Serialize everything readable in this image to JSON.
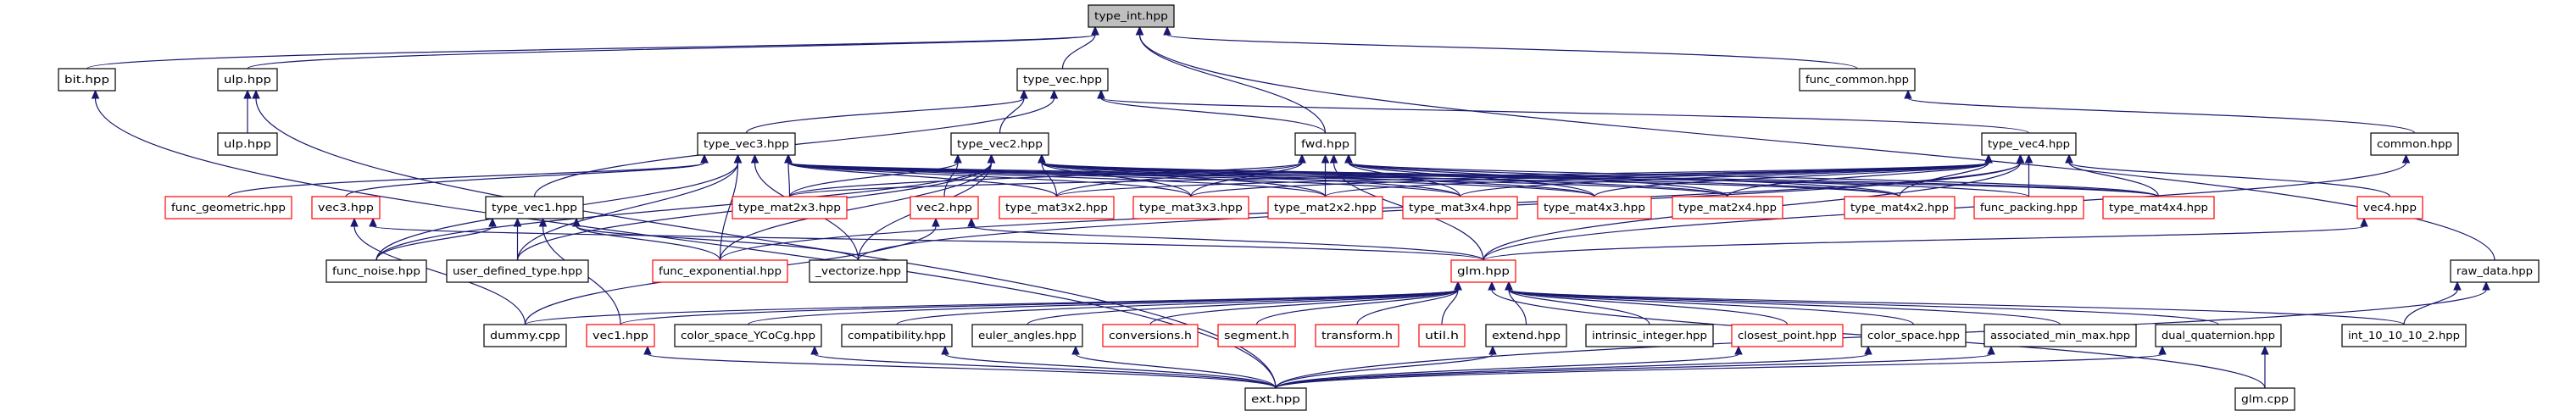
{
  "graph": {
    "colors": {
      "edge": "#191970",
      "root_fill": "#bfbfbf",
      "incomplete_border": "#ff0000",
      "normal_border": "#000000"
    },
    "nodes": [
      {
        "id": "type_int",
        "label": "type_int.hpp",
        "root": true
      },
      {
        "id": "bit",
        "label": "bit.hpp"
      },
      {
        "id": "ulp",
        "label": "ulp.hpp"
      },
      {
        "id": "type_vec",
        "label": "type_vec.hpp"
      },
      {
        "id": "func_common",
        "label": "func_common.hpp"
      },
      {
        "id": "ulp2",
        "label": "ulp.hpp"
      },
      {
        "id": "type_vec3",
        "label": "type_vec3.hpp"
      },
      {
        "id": "type_vec2",
        "label": "type_vec2.hpp"
      },
      {
        "id": "fwd",
        "label": "fwd.hpp"
      },
      {
        "id": "type_vec4",
        "label": "type_vec4.hpp"
      },
      {
        "id": "common",
        "label": "common.hpp"
      },
      {
        "id": "func_geometric",
        "label": "func_geometric.hpp",
        "incomplete": true
      },
      {
        "id": "vec3",
        "label": "vec3.hpp",
        "incomplete": true
      },
      {
        "id": "type_vec1",
        "label": "type_vec1.hpp"
      },
      {
        "id": "type_mat2x3",
        "label": "type_mat2x3.hpp",
        "incomplete": true
      },
      {
        "id": "vec2",
        "label": "vec2.hpp",
        "incomplete": true
      },
      {
        "id": "type_mat3x2",
        "label": "type_mat3x2.hpp",
        "incomplete": true
      },
      {
        "id": "type_mat3x3",
        "label": "type_mat3x3.hpp",
        "incomplete": true
      },
      {
        "id": "type_mat2x2",
        "label": "type_mat2x2.hpp",
        "incomplete": true
      },
      {
        "id": "type_mat3x4",
        "label": "type_mat3x4.hpp",
        "incomplete": true
      },
      {
        "id": "type_mat4x3",
        "label": "type_mat4x3.hpp",
        "incomplete": true
      },
      {
        "id": "type_mat2x4",
        "label": "type_mat2x4.hpp",
        "incomplete": true
      },
      {
        "id": "type_mat4x2",
        "label": "type_mat4x2.hpp",
        "incomplete": true
      },
      {
        "id": "func_packing",
        "label": "func_packing.hpp",
        "incomplete": true
      },
      {
        "id": "type_mat4x4",
        "label": "type_mat4x4.hpp",
        "incomplete": true
      },
      {
        "id": "vec4",
        "label": "vec4.hpp",
        "incomplete": true
      },
      {
        "id": "func_noise",
        "label": "func_noise.hpp"
      },
      {
        "id": "user_defined_type",
        "label": "user_defined_type.hpp"
      },
      {
        "id": "func_exponential",
        "label": "func_exponential.hpp",
        "incomplete": true
      },
      {
        "id": "vectorize",
        "label": "_vectorize.hpp"
      },
      {
        "id": "glm_hpp",
        "label": "glm.hpp",
        "incomplete": true
      },
      {
        "id": "raw_data",
        "label": "raw_data.hpp"
      },
      {
        "id": "dummy",
        "label": "dummy.cpp"
      },
      {
        "id": "vec1",
        "label": "vec1.hpp",
        "incomplete": true
      },
      {
        "id": "color_space_YCoCg",
        "label": "color_space_YCoCg.hpp"
      },
      {
        "id": "compatibility",
        "label": "compatibility.hpp"
      },
      {
        "id": "euler_angles",
        "label": "euler_angles.hpp"
      },
      {
        "id": "conversions",
        "label": "conversions.h",
        "incomplete": true
      },
      {
        "id": "segment",
        "label": "segment.h",
        "incomplete": true
      },
      {
        "id": "transform",
        "label": "transform.h",
        "incomplete": true
      },
      {
        "id": "util",
        "label": "util.h",
        "incomplete": true
      },
      {
        "id": "extend",
        "label": "extend.hpp"
      },
      {
        "id": "intrinsic_integer",
        "label": "intrinsic_integer.hpp"
      },
      {
        "id": "closest_point",
        "label": "closest_point.hpp",
        "incomplete": true
      },
      {
        "id": "color_space",
        "label": "color_space.hpp"
      },
      {
        "id": "associated_min_max",
        "label": "associated_min_max.hpp"
      },
      {
        "id": "dual_quaternion",
        "label": "dual_quaternion.hpp"
      },
      {
        "id": "int_10_10_10_2",
        "label": "int_10_10_10_2.hpp"
      },
      {
        "id": "ext",
        "label": "ext.hpp"
      },
      {
        "id": "glm_cpp",
        "label": "glm.cpp"
      }
    ],
    "edges": [
      [
        "type_vec",
        "type_int"
      ],
      [
        "fwd",
        "type_int"
      ],
      [
        "bit",
        "type_int"
      ],
      [
        "ulp",
        "type_int"
      ],
      [
        "func_common",
        "type_int"
      ],
      [
        "raw_data",
        "type_int"
      ],
      [
        "type_vec2",
        "type_vec"
      ],
      [
        "type_vec3",
        "type_vec"
      ],
      [
        "type_vec4",
        "type_vec"
      ],
      [
        "fwd",
        "type_vec"
      ],
      [
        "type_vec1",
        "type_vec"
      ],
      [
        "ulp2",
        "ulp"
      ],
      [
        "common",
        "func_common"
      ],
      [
        "ext",
        "bit"
      ],
      [
        "ext",
        "ulp"
      ],
      [
        "type_mat2x3",
        "type_vec3"
      ],
      [
        "type_mat2x3",
        "type_vec2"
      ],
      [
        "type_mat2x3",
        "fwd"
      ],
      [
        "type_mat2x3",
        "type_vec4"
      ],
      [
        "type_mat3x2",
        "type_vec3"
      ],
      [
        "type_mat3x2",
        "type_vec2"
      ],
      [
        "type_mat3x2",
        "fwd"
      ],
      [
        "type_mat3x2",
        "type_vec4"
      ],
      [
        "type_mat3x3",
        "type_vec3"
      ],
      [
        "type_mat3x3",
        "type_vec2"
      ],
      [
        "type_mat3x3",
        "fwd"
      ],
      [
        "type_mat3x3",
        "type_vec4"
      ],
      [
        "type_mat2x2",
        "type_vec3"
      ],
      [
        "type_mat2x2",
        "type_vec2"
      ],
      [
        "type_mat2x2",
        "fwd"
      ],
      [
        "type_mat2x2",
        "type_vec4"
      ],
      [
        "type_mat3x4",
        "type_vec3"
      ],
      [
        "type_mat3x4",
        "type_vec2"
      ],
      [
        "type_mat3x4",
        "fwd"
      ],
      [
        "type_mat3x4",
        "type_vec4"
      ],
      [
        "type_mat4x3",
        "type_vec3"
      ],
      [
        "type_mat4x3",
        "type_vec2"
      ],
      [
        "type_mat4x3",
        "fwd"
      ],
      [
        "type_mat4x3",
        "type_vec4"
      ],
      [
        "type_mat2x4",
        "type_vec3"
      ],
      [
        "type_mat2x4",
        "type_vec2"
      ],
      [
        "type_mat2x4",
        "fwd"
      ],
      [
        "type_mat2x4",
        "type_vec4"
      ],
      [
        "type_mat4x2",
        "type_vec3"
      ],
      [
        "type_mat4x2",
        "type_vec2"
      ],
      [
        "type_mat4x2",
        "fwd"
      ],
      [
        "type_mat4x2",
        "type_vec4"
      ],
      [
        "type_mat4x4",
        "type_vec3"
      ],
      [
        "type_mat4x4",
        "type_vec2"
      ],
      [
        "type_mat4x4",
        "fwd"
      ],
      [
        "type_mat4x4",
        "type_vec4"
      ],
      [
        "func_packing",
        "type_vec4"
      ],
      [
        "func_packing",
        "type_vec2"
      ],
      [
        "vec2",
        "type_vec2"
      ],
      [
        "vec3",
        "type_vec3"
      ],
      [
        "vec4",
        "type_vec4"
      ],
      [
        "func_geometric",
        "type_vec3"
      ],
      [
        "func_noise",
        "type_vec3"
      ],
      [
        "func_noise",
        "type_vec1"
      ],
      [
        "func_noise",
        "type_vec2"
      ],
      [
        "user_defined_type",
        "type_vec3"
      ],
      [
        "user_defined_type",
        "type_vec1"
      ],
      [
        "user_defined_type",
        "type_vec2"
      ],
      [
        "func_exponential",
        "type_vec3"
      ],
      [
        "func_exponential",
        "type_vec1"
      ],
      [
        "func_exponential",
        "type_vec2"
      ],
      [
        "func_exponential",
        "type_vec4"
      ],
      [
        "vectorize",
        "type_vec1"
      ],
      [
        "vectorize",
        "type_vec3"
      ],
      [
        "vectorize",
        "type_vec2"
      ],
      [
        "vectorize",
        "type_vec4"
      ],
      [
        "glm_hpp",
        "fwd"
      ],
      [
        "glm_hpp",
        "vec2"
      ],
      [
        "glm_hpp",
        "vec3"
      ],
      [
        "glm_hpp",
        "vec4"
      ],
      [
        "glm_hpp",
        "type_vec4"
      ],
      [
        "glm_hpp",
        "common"
      ],
      [
        "dummy",
        "glm_hpp"
      ],
      [
        "dummy",
        "vec3"
      ],
      [
        "dummy",
        "vec2"
      ],
      [
        "vec1",
        "type_vec1"
      ],
      [
        "vec1",
        "glm_hpp"
      ],
      [
        "color_space_YCoCg",
        "glm_hpp"
      ],
      [
        "compatibility",
        "glm_hpp"
      ],
      [
        "euler_angles",
        "glm_hpp"
      ],
      [
        "conversions",
        "glm_hpp"
      ],
      [
        "segment",
        "glm_hpp"
      ],
      [
        "transform",
        "glm_hpp"
      ],
      [
        "util",
        "glm_hpp"
      ],
      [
        "extend",
        "glm_hpp"
      ],
      [
        "intrinsic_integer",
        "glm_hpp"
      ],
      [
        "closest_point",
        "glm_hpp"
      ],
      [
        "color_space",
        "glm_hpp"
      ],
      [
        "associated_min_max",
        "glm_hpp"
      ],
      [
        "dual_quaternion",
        "glm_hpp"
      ],
      [
        "int_10_10_10_2",
        "glm_hpp"
      ],
      [
        "int_10_10_10_2",
        "raw_data"
      ],
      [
        "ext",
        "vec1"
      ],
      [
        "ext",
        "color_space_YCoCg"
      ],
      [
        "ext",
        "compatibility"
      ],
      [
        "ext",
        "euler_angles"
      ],
      [
        "ext",
        "extend"
      ],
      [
        "ext",
        "closest_point"
      ],
      [
        "ext",
        "color_space"
      ],
      [
        "ext",
        "associated_min_max"
      ],
      [
        "ext",
        "dual_quaternion"
      ],
      [
        "ext",
        "raw_data"
      ],
      [
        "glm_cpp",
        "dual_quaternion"
      ],
      [
        "glm_cpp",
        "glm_hpp"
      ]
    ]
  }
}
